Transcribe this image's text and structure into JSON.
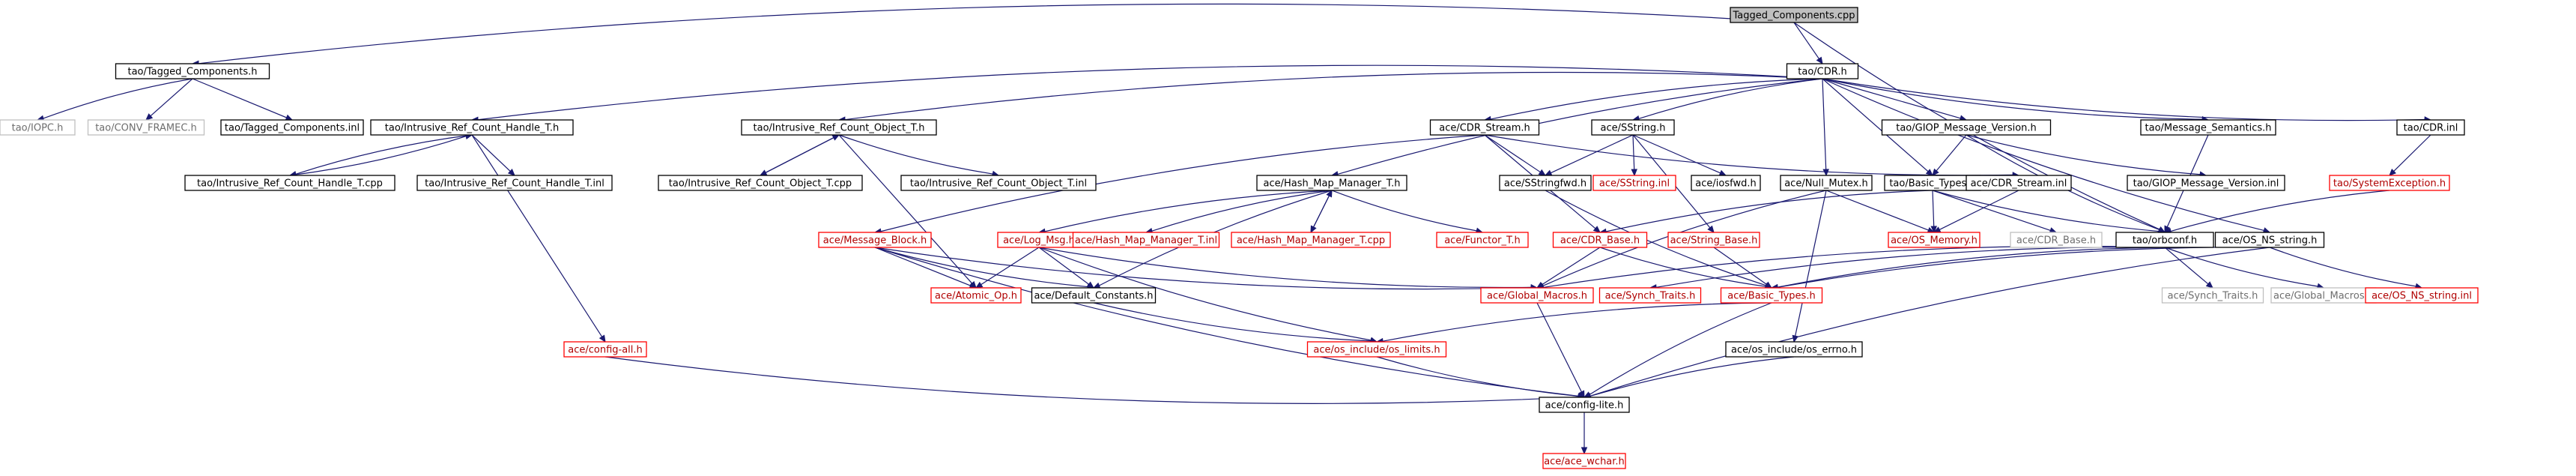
{
  "colors": {
    "edge": "#191970",
    "normal_border": "#000000",
    "normal_text": "#000000",
    "red_border": "#ff0000",
    "red_text": "#b00000",
    "grey_border": "#bfbfbf",
    "grey_text": "#6e6e6e",
    "root_fill": "#bfbfbf",
    "background": "#ffffff"
  },
  "nodes": [
    {
      "id": "tagged_cpp",
      "label": "Tagged_Components.cpp",
      "style": "root"
    },
    {
      "id": "tagged_h",
      "label": "tao/Tagged_Components.h",
      "style": "normal"
    },
    {
      "id": "cdr_h",
      "label": "tao/CDR.h",
      "style": "normal"
    },
    {
      "id": "iopc",
      "label": "tao/IOPC.h",
      "style": "grey"
    },
    {
      "id": "conv_framec",
      "label": "tao/CONV_FRAMEC.h",
      "style": "grey"
    },
    {
      "id": "tagged_inl",
      "label": "tao/Tagged_Components.inl",
      "style": "normal"
    },
    {
      "id": "irc_handle_h",
      "label": "tao/Intrusive_Ref_Count_Handle_T.h",
      "style": "normal"
    },
    {
      "id": "irc_object_h",
      "label": "tao/Intrusive_Ref_Count_Object_T.h",
      "style": "normal"
    },
    {
      "id": "cdr_stream_h",
      "label": "ace/CDR_Stream.h",
      "style": "normal"
    },
    {
      "id": "sstring_h",
      "label": "ace/SString.h",
      "style": "normal"
    },
    {
      "id": "giop_h",
      "label": "tao/GIOP_Message_Version.h",
      "style": "normal"
    },
    {
      "id": "msg_sem_h",
      "label": "tao/Message_Semantics.h",
      "style": "normal"
    },
    {
      "id": "cdr_inl",
      "label": "tao/CDR.inl",
      "style": "normal"
    },
    {
      "id": "irc_handle_cpp",
      "label": "tao/Intrusive_Ref_Count_Handle_T.cpp",
      "style": "normal"
    },
    {
      "id": "irc_handle_inl",
      "label": "tao/Intrusive_Ref_Count_Handle_T.inl",
      "style": "normal"
    },
    {
      "id": "irc_object_cpp",
      "label": "tao/Intrusive_Ref_Count_Object_T.cpp",
      "style": "normal"
    },
    {
      "id": "irc_object_inl",
      "label": "tao/Intrusive_Ref_Count_Object_T.inl",
      "style": "normal"
    },
    {
      "id": "hash_map_h",
      "label": "ace/Hash_Map_Manager_T.h",
      "style": "normal"
    },
    {
      "id": "sstringfwd_h",
      "label": "ace/SStringfwd.h",
      "style": "normal"
    },
    {
      "id": "sstring_inl",
      "label": "ace/SString.inl",
      "style": "red"
    },
    {
      "id": "iosfwd_h",
      "label": "ace/iosfwd.h",
      "style": "normal"
    },
    {
      "id": "null_mutex_h",
      "label": "ace/Null_Mutex.h",
      "style": "normal"
    },
    {
      "id": "tao_basic_types_h",
      "label": "tao/Basic_Types.h",
      "style": "normal"
    },
    {
      "id": "cdr_stream_inl",
      "label": "ace/CDR_Stream.inl",
      "style": "normal"
    },
    {
      "id": "giop_inl",
      "label": "tao/GIOP_Message_Version.inl",
      "style": "normal"
    },
    {
      "id": "sysexc_h",
      "label": "tao/SystemException.h",
      "style": "red"
    },
    {
      "id": "msg_block_h",
      "label": "ace/Message_Block.h",
      "style": "red"
    },
    {
      "id": "log_msg_h",
      "label": "ace/Log_Msg.h",
      "style": "red"
    },
    {
      "id": "hash_map_inl",
      "label": "ace/Hash_Map_Manager_T.inl",
      "style": "red"
    },
    {
      "id": "hash_map_cpp",
      "label": "ace/Hash_Map_Manager_T.cpp",
      "style": "red"
    },
    {
      "id": "functor_h",
      "label": "ace/Functor_T.h",
      "style": "red"
    },
    {
      "id": "cdr_base_h",
      "label": "ace/CDR_Base.h",
      "style": "red"
    },
    {
      "id": "string_base_h",
      "label": "ace/String_Base.h",
      "style": "red"
    },
    {
      "id": "os_memory_h",
      "label": "ace/OS_Memory.h",
      "style": "red"
    },
    {
      "id": "cdr_base_grey",
      "label": "ace/CDR_Base.h",
      "style": "grey"
    },
    {
      "id": "orbconf_h",
      "label": "tao/orbconf.h",
      "style": "normal"
    },
    {
      "id": "os_ns_string_h",
      "label": "ace/OS_NS_string.h",
      "style": "normal"
    },
    {
      "id": "atomic_op_h",
      "label": "ace/Atomic_Op.h",
      "style": "red"
    },
    {
      "id": "default_constants_h",
      "label": "ace/Default_Constants.h",
      "style": "normal"
    },
    {
      "id": "global_macros_red",
      "label": "ace/Global_Macros.h",
      "style": "red"
    },
    {
      "id": "synch_traits_red",
      "label": "ace/Synch_Traits.h",
      "style": "red"
    },
    {
      "id": "ace_basic_types_h",
      "label": "ace/Basic_Types.h",
      "style": "red"
    },
    {
      "id": "synch_traits_grey",
      "label": "ace/Synch_Traits.h",
      "style": "grey"
    },
    {
      "id": "global_macros_grey",
      "label": "ace/Global_Macros.h",
      "style": "grey"
    },
    {
      "id": "os_ns_string_inl",
      "label": "ace/OS_NS_string.inl",
      "style": "red"
    },
    {
      "id": "config_all_h",
      "label": "ace/config-all.h",
      "style": "red"
    },
    {
      "id": "os_limits_h",
      "label": "ace/os_include/os_limits.h",
      "style": "red"
    },
    {
      "id": "os_errno_h",
      "label": "ace/os_include/os_errno.h",
      "style": "normal"
    },
    {
      "id": "config_lite_h",
      "label": "ace/config-lite.h",
      "style": "normal"
    },
    {
      "id": "ace_wchar_h",
      "label": "ace/ace_wchar.h",
      "style": "red"
    }
  ],
  "edges": [
    [
      "tagged_cpp",
      "tagged_h"
    ],
    [
      "tagged_cpp",
      "cdr_h"
    ],
    [
      "tagged_cpp",
      "orbconf_h"
    ],
    [
      "tagged_h",
      "iopc"
    ],
    [
      "tagged_h",
      "conv_framec"
    ],
    [
      "tagged_h",
      "tagged_inl"
    ],
    [
      "cdr_h",
      "irc_handle_h"
    ],
    [
      "cdr_h",
      "irc_object_h"
    ],
    [
      "cdr_h",
      "hash_map_h"
    ],
    [
      "cdr_h",
      "cdr_stream_h"
    ],
    [
      "cdr_h",
      "sstring_h"
    ],
    [
      "cdr_h",
      "null_mutex_h"
    ],
    [
      "cdr_h",
      "tao_basic_types_h"
    ],
    [
      "cdr_h",
      "giop_h"
    ],
    [
      "cdr_h",
      "msg_sem_h"
    ],
    [
      "cdr_h",
      "cdr_inl"
    ],
    [
      "cdr_h",
      "os_ns_string_h"
    ],
    [
      "irc_handle_h",
      "irc_handle_cpp"
    ],
    [
      "irc_handle_cpp",
      "irc_handle_h"
    ],
    [
      "irc_handle_h",
      "irc_handle_inl"
    ],
    [
      "irc_handle_h",
      "config_all_h"
    ],
    [
      "irc_object_h",
      "irc_object_cpp"
    ],
    [
      "irc_object_cpp",
      "irc_object_h"
    ],
    [
      "irc_object_h",
      "irc_object_inl"
    ],
    [
      "irc_object_h",
      "atomic_op_h"
    ],
    [
      "cdr_stream_h",
      "msg_block_h"
    ],
    [
      "cdr_stream_h",
      "sstringfwd_h"
    ],
    [
      "cdr_stream_h",
      "cdr_stream_inl"
    ],
    [
      "cdr_stream_h",
      "cdr_base_h"
    ],
    [
      "sstring_h",
      "sstringfwd_h"
    ],
    [
      "sstring_h",
      "sstring_inl"
    ],
    [
      "sstring_h",
      "iosfwd_h"
    ],
    [
      "sstring_h",
      "string_base_h"
    ],
    [
      "sstringfwd_h",
      "ace_basic_types_h"
    ],
    [
      "hash_map_h",
      "log_msg_h"
    ],
    [
      "hash_map_h",
      "hash_map_inl"
    ],
    [
      "hash_map_h",
      "hash_map_cpp"
    ],
    [
      "hash_map_cpp",
      "hash_map_h"
    ],
    [
      "hash_map_h",
      "functor_h"
    ],
    [
      "hash_map_h",
      "default_constants_h"
    ],
    [
      "null_mutex_h",
      "global_macros_red"
    ],
    [
      "null_mutex_h",
      "os_memory_h"
    ],
    [
      "null_mutex_h",
      "os_errno_h"
    ],
    [
      "tao_basic_types_h",
      "cdr_base_h"
    ],
    [
      "tao_basic_types_h",
      "cdr_base_grey"
    ],
    [
      "tao_basic_types_h",
      "orbconf_h"
    ],
    [
      "tao_basic_types_h",
      "os_memory_h"
    ],
    [
      "giop_h",
      "tao_basic_types_h"
    ],
    [
      "giop_h",
      "giop_inl"
    ],
    [
      "giop_h",
      "orbconf_h"
    ],
    [
      "msg_sem_h",
      "orbconf_h"
    ],
    [
      "cdr_inl",
      "sysexc_h"
    ],
    [
      "sysexc_h",
      "orbconf_h"
    ],
    [
      "cdr_stream_inl",
      "os_memory_h"
    ],
    [
      "msg_block_h",
      "atomic_op_h"
    ],
    [
      "msg_block_h",
      "default_constants_h"
    ],
    [
      "msg_block_h",
      "global_macros_red"
    ],
    [
      "msg_block_h",
      "config_lite_h"
    ],
    [
      "log_msg_h",
      "atomic_op_h"
    ],
    [
      "log_msg_h",
      "default_constants_h"
    ],
    [
      "log_msg_h",
      "global_macros_red"
    ],
    [
      "log_msg_h",
      "os_limits_h"
    ],
    [
      "cdr_base_h",
      "global_macros_red"
    ],
    [
      "cdr_base_h",
      "ace_basic_types_h"
    ],
    [
      "string_base_h",
      "ace_basic_types_h"
    ],
    [
      "orbconf_h",
      "global_macros_red"
    ],
    [
      "orbconf_h",
      "synch_traits_red"
    ],
    [
      "orbconf_h",
      "ace_basic_types_h"
    ],
    [
      "orbconf_h",
      "synch_traits_grey"
    ],
    [
      "orbconf_h",
      "global_macros_grey"
    ],
    [
      "os_ns_string_h",
      "ace_basic_types_h"
    ],
    [
      "os_ns_string_h",
      "os_ns_string_inl"
    ],
    [
      "os_ns_string_h",
      "config_lite_h"
    ],
    [
      "default_constants_h",
      "os_limits_h"
    ],
    [
      "ace_basic_types_h",
      "os_limits_h"
    ],
    [
      "ace_basic_types_h",
      "config_lite_h"
    ],
    [
      "config_all_h",
      "config_lite_h"
    ],
    [
      "os_limits_h",
      "config_lite_h"
    ],
    [
      "os_errno_h",
      "config_lite_h"
    ],
    [
      "global_macros_red",
      "config_lite_h"
    ],
    [
      "config_lite_h",
      "ace_wchar_h"
    ]
  ]
}
